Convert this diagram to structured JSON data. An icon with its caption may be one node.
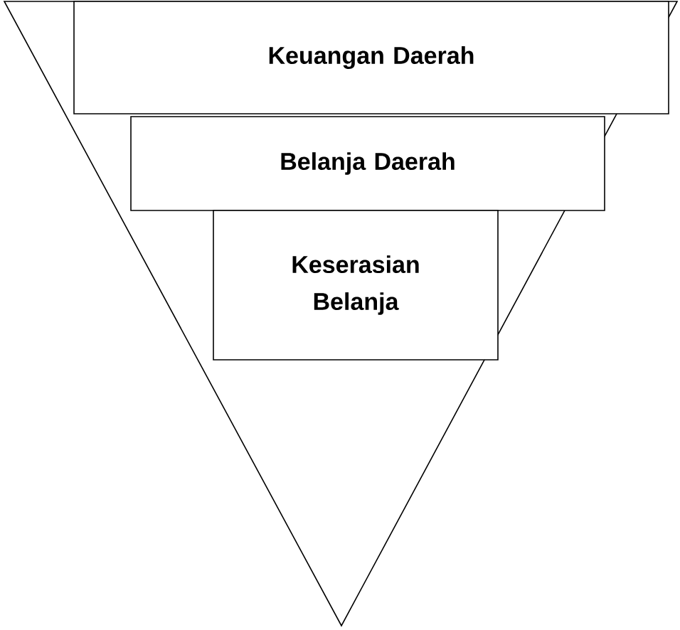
{
  "diagram": {
    "nodes": [
      {
        "text": [
          "Keuangan Daerah"
        ]
      },
      {
        "text": [
          "Belanja Daerah"
        ]
      },
      {
        "text": [
          "Keserasian Belanja"
        ]
      }
    ]
  }
}
